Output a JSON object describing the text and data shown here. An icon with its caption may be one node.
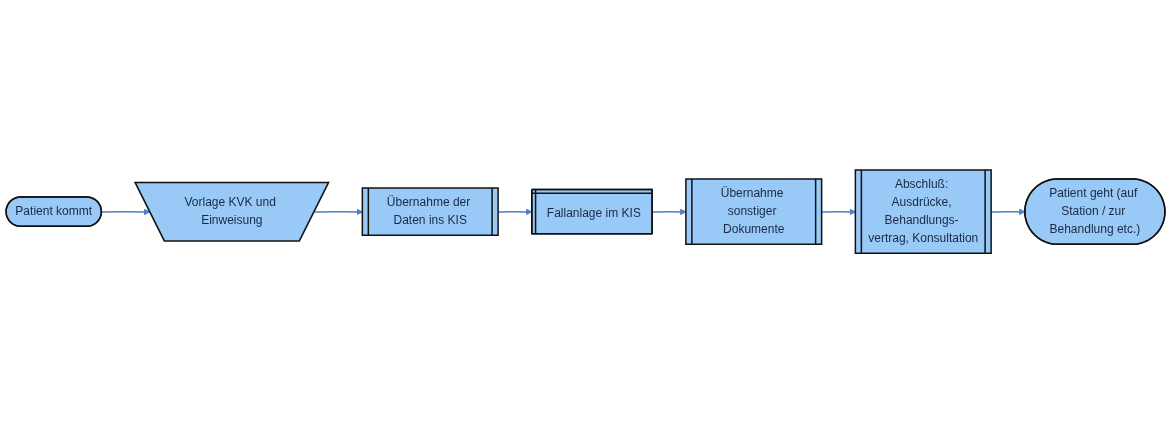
{
  "diagram": {
    "nodes": [
      {
        "text": [
          "Patient kommt"
        ]
      },
      {
        "text": [
          "Vorlage KVK und Einweisung"
        ]
      },
      {
        "text": [
          "Übernahme der Daten ins KIS"
        ]
      },
      {
        "text": [
          "Fallanlage im KIS"
        ]
      },
      {
        "text": [
          "Übernahme sonstiger Dokumente"
        ]
      },
      {
        "text": [
          "Abschluß: Ausdrücke, Behandlungs- vertrag, Konsultation"
        ]
      },
      {
        "text": [
          "Patient geht (auf Station / zur Behandlung etc.)"
        ]
      }
    ],
    "edges": [
      {
        "from": 0,
        "to": 1,
        "arrow": "to"
      },
      {
        "from": 1,
        "to": 2,
        "arrow": "to"
      },
      {
        "from": 2,
        "to": 3,
        "arrow": "to"
      },
      {
        "from": 3,
        "to": 4,
        "arrow": "to"
      },
      {
        "from": 4,
        "to": 5,
        "arrow": "to"
      },
      {
        "from": 5,
        "to": 6,
        "arrow": "to"
      }
    ]
  }
}
